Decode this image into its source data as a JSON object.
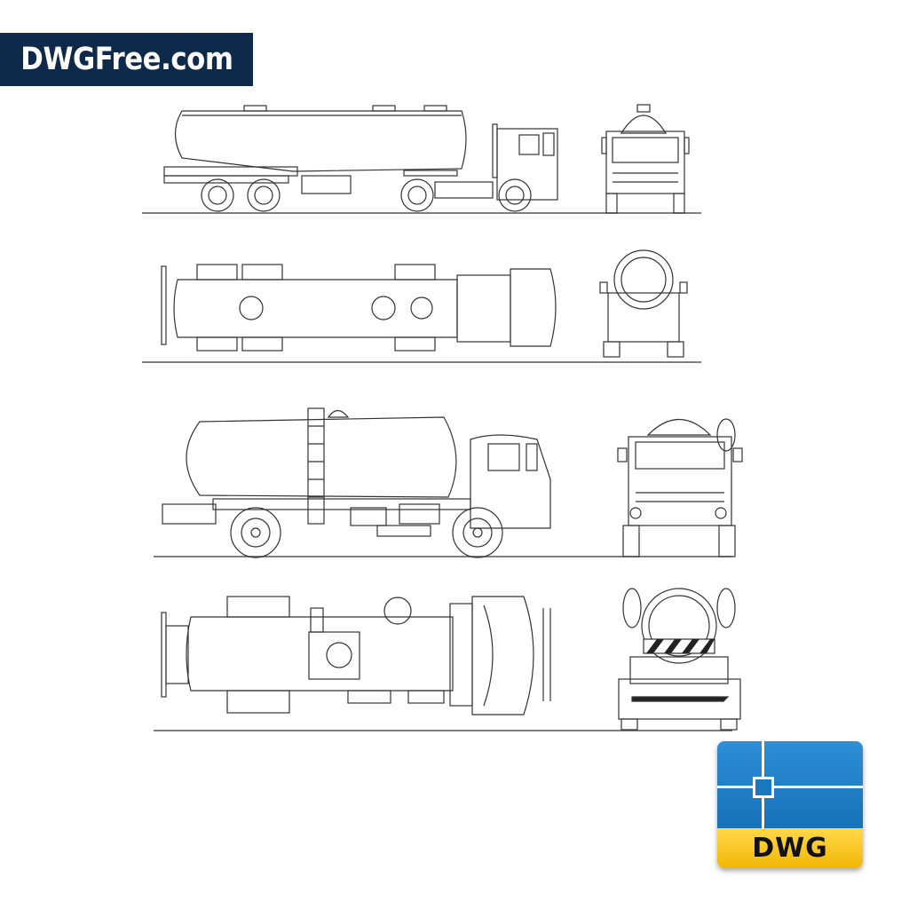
{
  "brand": {
    "site_name": "DWGFree.com",
    "banner_color": "#0e2a4b"
  },
  "file_icon": {
    "label": "DWG",
    "top_color": "#1f80c8",
    "bottom_color": "#f5c00e",
    "icon": "dwg-file-icon"
  },
  "drawings": [
    {
      "view": "side",
      "vehicle": "semi-trailer-tanker"
    },
    {
      "view": "top",
      "vehicle": "semi-trailer-tanker"
    },
    {
      "view": "side",
      "vehicle": "tanker-truck"
    },
    {
      "view": "top",
      "vehicle": "tanker-truck"
    }
  ]
}
